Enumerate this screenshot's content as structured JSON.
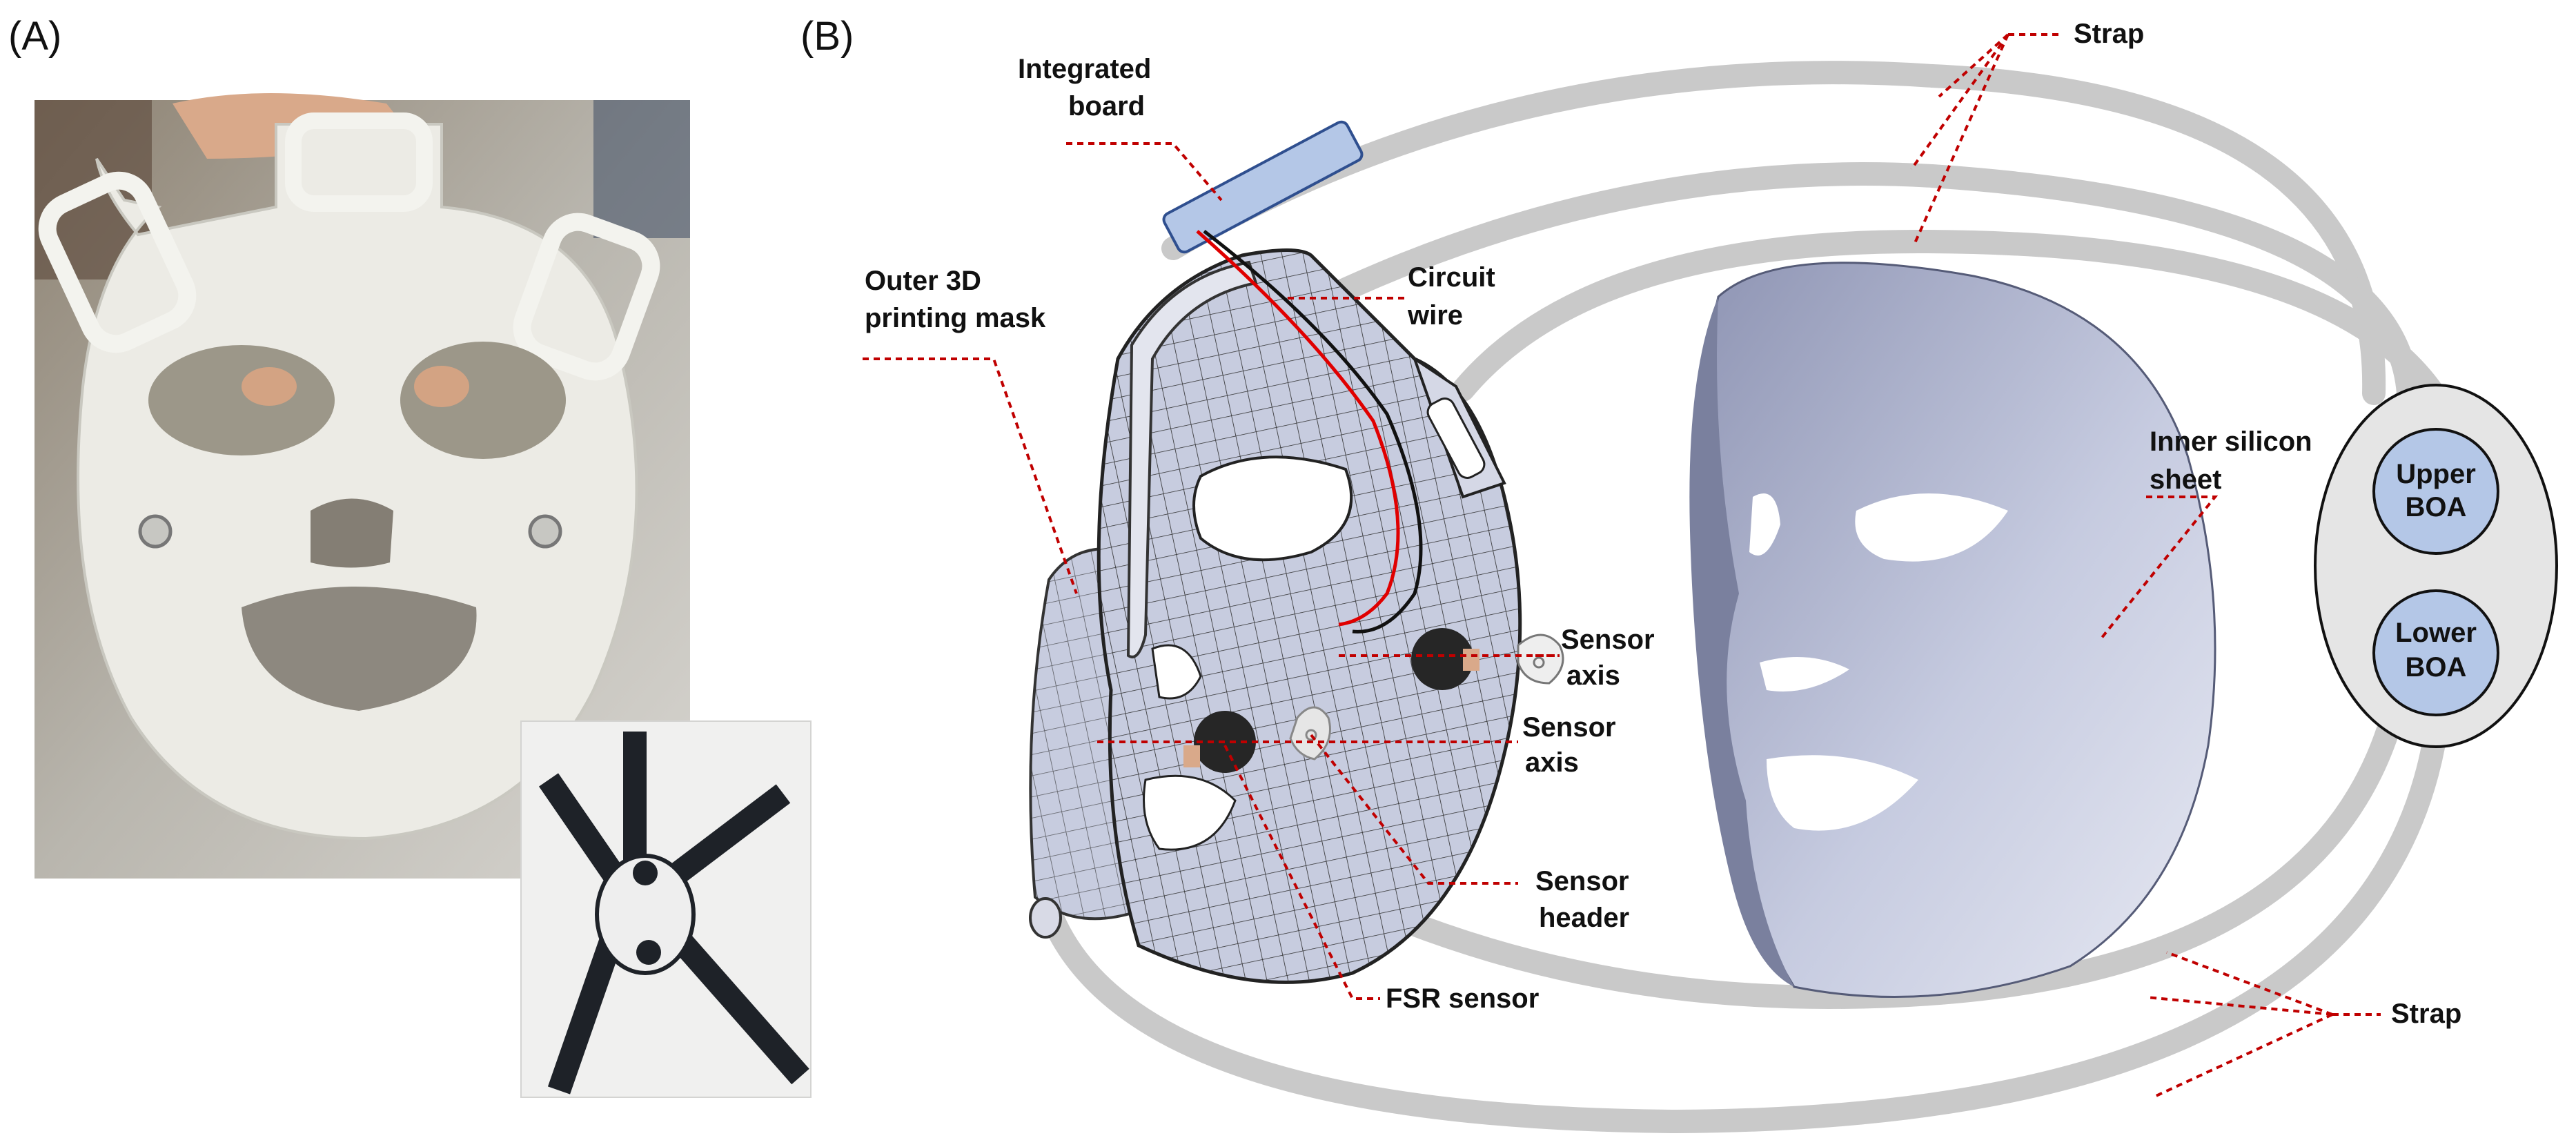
{
  "panels": {
    "a": "(A)",
    "b": "(B)"
  },
  "callouts": {
    "integrated_board": [
      "Integrated",
      "board"
    ],
    "outer_mask": [
      "Outer 3D",
      "printing mask"
    ],
    "circuit_wire": [
      "Circuit",
      "wire"
    ],
    "sensor_axis_1": [
      "Sensor",
      "axis"
    ],
    "sensor_axis_2": [
      "Sensor",
      "axis"
    ],
    "sensor_header": [
      "Sensor",
      "header"
    ],
    "fsr_sensor": "FSR sensor",
    "inner_sheet": [
      "Inner silicon",
      "sheet"
    ],
    "strap_top": "Strap",
    "strap_bottom": "Strap"
  },
  "boa": {
    "upper": [
      "Upper",
      "BOA"
    ],
    "lower": [
      "Lower",
      "BOA"
    ]
  },
  "colors": {
    "leader": "#c00000",
    "strap": "#c9c9c9",
    "boa_fill": "#b4c7e7",
    "board_fill": "#b4c7e7",
    "mask_fill": "#c7ccdf",
    "circuit_wire": "#e00000"
  }
}
